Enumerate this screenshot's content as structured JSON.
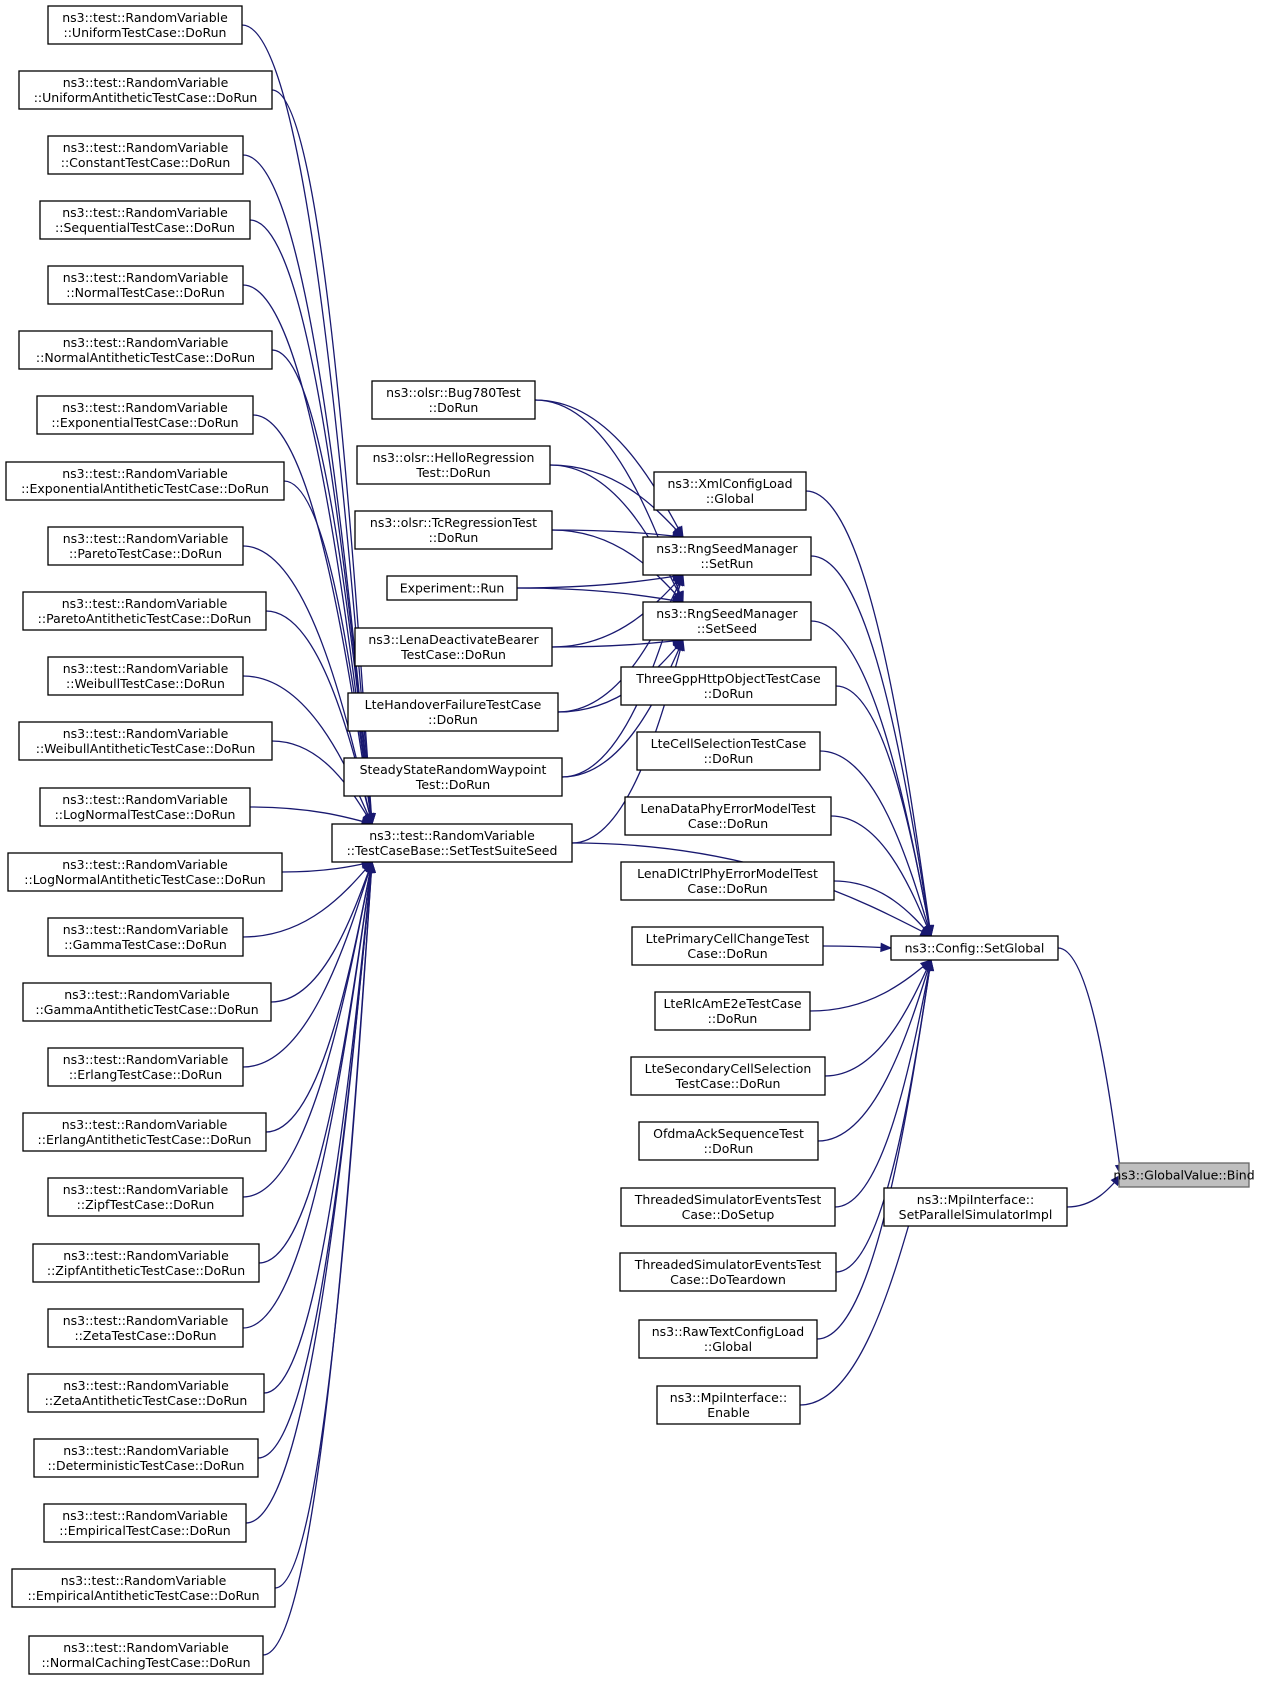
{
  "title": "",
  "nodes": [
    {
      "id": "bind",
      "lines": [
        "ns3::GlobalValue::Bind"
      ],
      "target": true
    },
    {
      "id": "setglobal",
      "lines": [
        "ns3::Config::SetGlobal"
      ]
    },
    {
      "id": "mpiset",
      "lines": [
        "ns3::MpiInterface::",
        "SetParallelSimulatorImpl"
      ]
    },
    {
      "id": "mpienable",
      "lines": [
        "ns3::MpiInterface::",
        "Enable"
      ]
    },
    {
      "id": "setseed",
      "lines": [
        "ns3::RngSeedManager",
        "::SetSeed"
      ]
    },
    {
      "id": "setrun",
      "lines": [
        "ns3::RngSeedManager",
        "::SetRun"
      ]
    },
    {
      "id": "tsseed",
      "lines": [
        "ns3::test::RandomVariable",
        "::TestCaseBase::SetTestSuiteSeed"
      ]
    },
    {
      "id": "xmlcfg",
      "lines": [
        "ns3::XmlConfigLoad",
        "::Global"
      ]
    },
    {
      "id": "threegpp",
      "lines": [
        "ThreeGppHttpObjectTestCase",
        "::DoRun"
      ]
    },
    {
      "id": "ltecellsel",
      "lines": [
        "LteCellSelectionTestCase",
        "::DoRun"
      ]
    },
    {
      "id": "lenadata",
      "lines": [
        "LenaDataPhyErrorModelTest",
        "Case::DoRun"
      ]
    },
    {
      "id": "lenadlctrl",
      "lines": [
        "LenaDlCtrlPhyErrorModelTest",
        "Case::DoRun"
      ]
    },
    {
      "id": "lteprimary",
      "lines": [
        "LtePrimaryCellChangeTest",
        "Case::DoRun"
      ]
    },
    {
      "id": "lterlc",
      "lines": [
        "LteRlcAmE2eTestCase",
        "::DoRun"
      ]
    },
    {
      "id": "ltesecondary",
      "lines": [
        "LteSecondaryCellSelection",
        "TestCase::DoRun"
      ]
    },
    {
      "id": "ofdma",
      "lines": [
        "OfdmaAckSequenceTest",
        "::DoRun"
      ]
    },
    {
      "id": "thrsetup",
      "lines": [
        "ThreadedSimulatorEventsTest",
        "Case::DoSetup"
      ]
    },
    {
      "id": "thrteardown",
      "lines": [
        "ThreadedSimulatorEventsTest",
        "Case::DoTeardown"
      ]
    },
    {
      "id": "rawtext",
      "lines": [
        "ns3::RawTextConfigLoad",
        "::Global"
      ]
    },
    {
      "id": "bug780",
      "lines": [
        "ns3::olsr::Bug780Test",
        "::DoRun"
      ]
    },
    {
      "id": "helloreg",
      "lines": [
        "ns3::olsr::HelloRegression",
        "Test::DoRun"
      ]
    },
    {
      "id": "tcreg",
      "lines": [
        "ns3::olsr::TcRegressionTest",
        "::DoRun"
      ]
    },
    {
      "id": "experiment",
      "lines": [
        "Experiment::Run"
      ]
    },
    {
      "id": "lenadeact",
      "lines": [
        "ns3::LenaDeactivateBearer",
        "TestCase::DoRun"
      ]
    },
    {
      "id": "ltehofail",
      "lines": [
        "LteHandoverFailureTestCase",
        "::DoRun"
      ]
    },
    {
      "id": "steadyrwp",
      "lines": [
        "SteadyStateRandomWaypoint",
        "Test::DoRun"
      ]
    },
    {
      "id": "uniform",
      "lines": [
        "ns3::test::RandomVariable",
        "::UniformTestCase::DoRun"
      ]
    },
    {
      "id": "uniformanti",
      "lines": [
        "ns3::test::RandomVariable",
        "::UniformAntitheticTestCase::DoRun"
      ]
    },
    {
      "id": "constant",
      "lines": [
        "ns3::test::RandomVariable",
        "::ConstantTestCase::DoRun"
      ]
    },
    {
      "id": "sequential",
      "lines": [
        "ns3::test::RandomVariable",
        "::SequentialTestCase::DoRun"
      ]
    },
    {
      "id": "normal",
      "lines": [
        "ns3::test::RandomVariable",
        "::NormalTestCase::DoRun"
      ]
    },
    {
      "id": "normalanti",
      "lines": [
        "ns3::test::RandomVariable",
        "::NormalAntitheticTestCase::DoRun"
      ]
    },
    {
      "id": "exponential",
      "lines": [
        "ns3::test::RandomVariable",
        "::ExponentialTestCase::DoRun"
      ]
    },
    {
      "id": "exponentialanti",
      "lines": [
        "ns3::test::RandomVariable",
        "::ExponentialAntitheticTestCase::DoRun"
      ]
    },
    {
      "id": "pareto",
      "lines": [
        "ns3::test::RandomVariable",
        "::ParetoTestCase::DoRun"
      ]
    },
    {
      "id": "paretoanti",
      "lines": [
        "ns3::test::RandomVariable",
        "::ParetoAntitheticTestCase::DoRun"
      ]
    },
    {
      "id": "weibull",
      "lines": [
        "ns3::test::RandomVariable",
        "::WeibullTestCase::DoRun"
      ]
    },
    {
      "id": "weibullanti",
      "lines": [
        "ns3::test::RandomVariable",
        "::WeibullAntitheticTestCase::DoRun"
      ]
    },
    {
      "id": "lognormal",
      "lines": [
        "ns3::test::RandomVariable",
        "::LogNormalTestCase::DoRun"
      ]
    },
    {
      "id": "lognormalanti",
      "lines": [
        "ns3::test::RandomVariable",
        "::LogNormalAntitheticTestCase::DoRun"
      ]
    },
    {
      "id": "gamma",
      "lines": [
        "ns3::test::RandomVariable",
        "::GammaTestCase::DoRun"
      ]
    },
    {
      "id": "gammaanti",
      "lines": [
        "ns3::test::RandomVariable",
        "::GammaAntitheticTestCase::DoRun"
      ]
    },
    {
      "id": "erlang",
      "lines": [
        "ns3::test::RandomVariable",
        "::ErlangTestCase::DoRun"
      ]
    },
    {
      "id": "erlanganti",
      "lines": [
        "ns3::test::RandomVariable",
        "::ErlangAntitheticTestCase::DoRun"
      ]
    },
    {
      "id": "zipf",
      "lines": [
        "ns3::test::RandomVariable",
        "::ZipfTestCase::DoRun"
      ]
    },
    {
      "id": "zipfanti",
      "lines": [
        "ns3::test::RandomVariable",
        "::ZipfAntitheticTestCase::DoRun"
      ]
    },
    {
      "id": "zeta",
      "lines": [
        "ns3::test::RandomVariable",
        "::ZetaTestCase::DoRun"
      ]
    },
    {
      "id": "zetaanti",
      "lines": [
        "ns3::test::RandomVariable",
        "::ZetaAntitheticTestCase::DoRun"
      ]
    },
    {
      "id": "deterministic",
      "lines": [
        "ns3::test::RandomVariable",
        "::DeterministicTestCase::DoRun"
      ]
    },
    {
      "id": "empirical",
      "lines": [
        "ns3::test::RandomVariable",
        "::EmpiricalTestCase::DoRun"
      ]
    },
    {
      "id": "empiricalanti",
      "lines": [
        "ns3::test::RandomVariable",
        "::EmpiricalAntitheticTestCase::DoRun"
      ]
    },
    {
      "id": "normalcaching",
      "lines": [
        "ns3::test::RandomVariable",
        "::NormalCachingTestCase::DoRun"
      ]
    }
  ],
  "edges": [
    [
      "setglobal",
      "bind"
    ],
    [
      "mpiset",
      "bind"
    ],
    [
      "mpienable",
      "mpiset"
    ],
    [
      "setseed",
      "setglobal"
    ],
    [
      "setrun",
      "setglobal"
    ],
    [
      "tsseed",
      "setglobal"
    ],
    [
      "xmlcfg",
      "setglobal"
    ],
    [
      "threegpp",
      "setglobal"
    ],
    [
      "ltecellsel",
      "setglobal"
    ],
    [
      "lenadata",
      "setglobal"
    ],
    [
      "lenadlctrl",
      "setglobal"
    ],
    [
      "lteprimary",
      "setglobal"
    ],
    [
      "lterlc",
      "setglobal"
    ],
    [
      "ltesecondary",
      "setglobal"
    ],
    [
      "ofdma",
      "setglobal"
    ],
    [
      "thrsetup",
      "setglobal"
    ],
    [
      "thrteardown",
      "setglobal"
    ],
    [
      "rawtext",
      "setglobal"
    ],
    [
      "bug780",
      "setrun"
    ],
    [
      "helloreg",
      "setrun"
    ],
    [
      "tcreg",
      "setrun"
    ],
    [
      "experiment",
      "setrun"
    ],
    [
      "lenadeact",
      "setrun"
    ],
    [
      "ltehofail",
      "setrun"
    ],
    [
      "steadyrwp",
      "setrun"
    ],
    [
      "bug780",
      "setseed"
    ],
    [
      "helloreg",
      "setseed"
    ],
    [
      "tcreg",
      "setseed"
    ],
    [
      "experiment",
      "setseed"
    ],
    [
      "lenadeact",
      "setseed"
    ],
    [
      "ltehofail",
      "setseed"
    ],
    [
      "steadyrwp",
      "setseed"
    ],
    [
      "tsseed",
      "setseed"
    ],
    [
      "uniform",
      "tsseed"
    ],
    [
      "uniformanti",
      "tsseed"
    ],
    [
      "constant",
      "tsseed"
    ],
    [
      "sequential",
      "tsseed"
    ],
    [
      "normal",
      "tsseed"
    ],
    [
      "normalanti",
      "tsseed"
    ],
    [
      "exponential",
      "tsseed"
    ],
    [
      "exponentialanti",
      "tsseed"
    ],
    [
      "pareto",
      "tsseed"
    ],
    [
      "paretoanti",
      "tsseed"
    ],
    [
      "weibull",
      "tsseed"
    ],
    [
      "weibullanti",
      "tsseed"
    ],
    [
      "lognormal",
      "tsseed"
    ],
    [
      "lognormalanti",
      "tsseed"
    ],
    [
      "gamma",
      "tsseed"
    ],
    [
      "gammaanti",
      "tsseed"
    ],
    [
      "erlang",
      "tsseed"
    ],
    [
      "erlanganti",
      "tsseed"
    ],
    [
      "zipf",
      "tsseed"
    ],
    [
      "zipfanti",
      "tsseed"
    ],
    [
      "zeta",
      "tsseed"
    ],
    [
      "zetaanti",
      "tsseed"
    ],
    [
      "deterministic",
      "tsseed"
    ],
    [
      "empirical",
      "tsseed"
    ],
    [
      "empiricalanti",
      "tsseed"
    ],
    [
      "normalcaching",
      "tsseed"
    ]
  ],
  "colors": {
    "edge": "#191970",
    "target_fill": "#bfbfbf",
    "node_fill": "#ffffff",
    "node_border": "#000000"
  }
}
